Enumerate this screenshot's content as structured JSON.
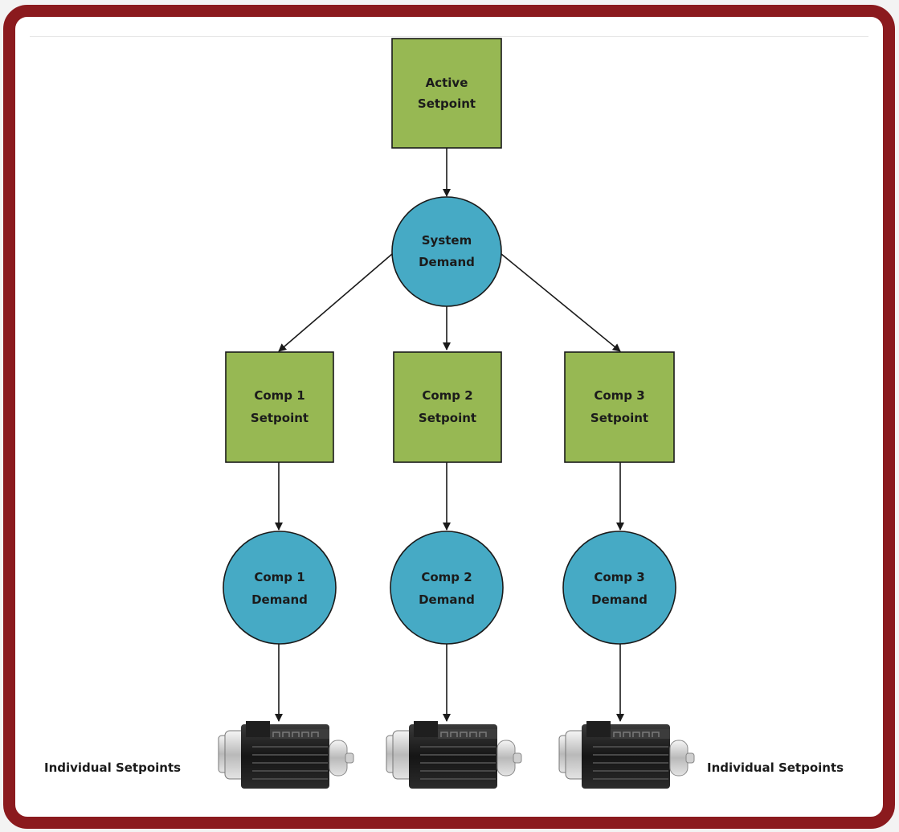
{
  "colors": {
    "frame": "#8b1a1e",
    "setpoint_box": "#97b853",
    "demand_circle": "#46aac5",
    "arrow": "#1a1a1a"
  },
  "nodes": {
    "active_setpoint": {
      "line1": "Active",
      "line2": "Setpoint"
    },
    "system_demand": {
      "line1": "System",
      "line2": "Demand"
    },
    "comp1_setpoint": {
      "line1": "Comp 1",
      "line2": "Setpoint"
    },
    "comp2_setpoint": {
      "line1": "Comp 2",
      "line2": "Setpoint"
    },
    "comp3_setpoint": {
      "line1": "Comp 3",
      "line2": "Setpoint"
    },
    "comp1_demand": {
      "line1": "Comp 1",
      "line2": "Demand"
    },
    "comp2_demand": {
      "line1": "Comp 2",
      "line2": "Demand"
    },
    "comp3_demand": {
      "line1": "Comp 3",
      "line2": "Demand"
    }
  },
  "labels": {
    "left": "Individual Setpoints",
    "right": "Individual Setpoints"
  },
  "icons": {
    "motor": "motor-icon"
  }
}
